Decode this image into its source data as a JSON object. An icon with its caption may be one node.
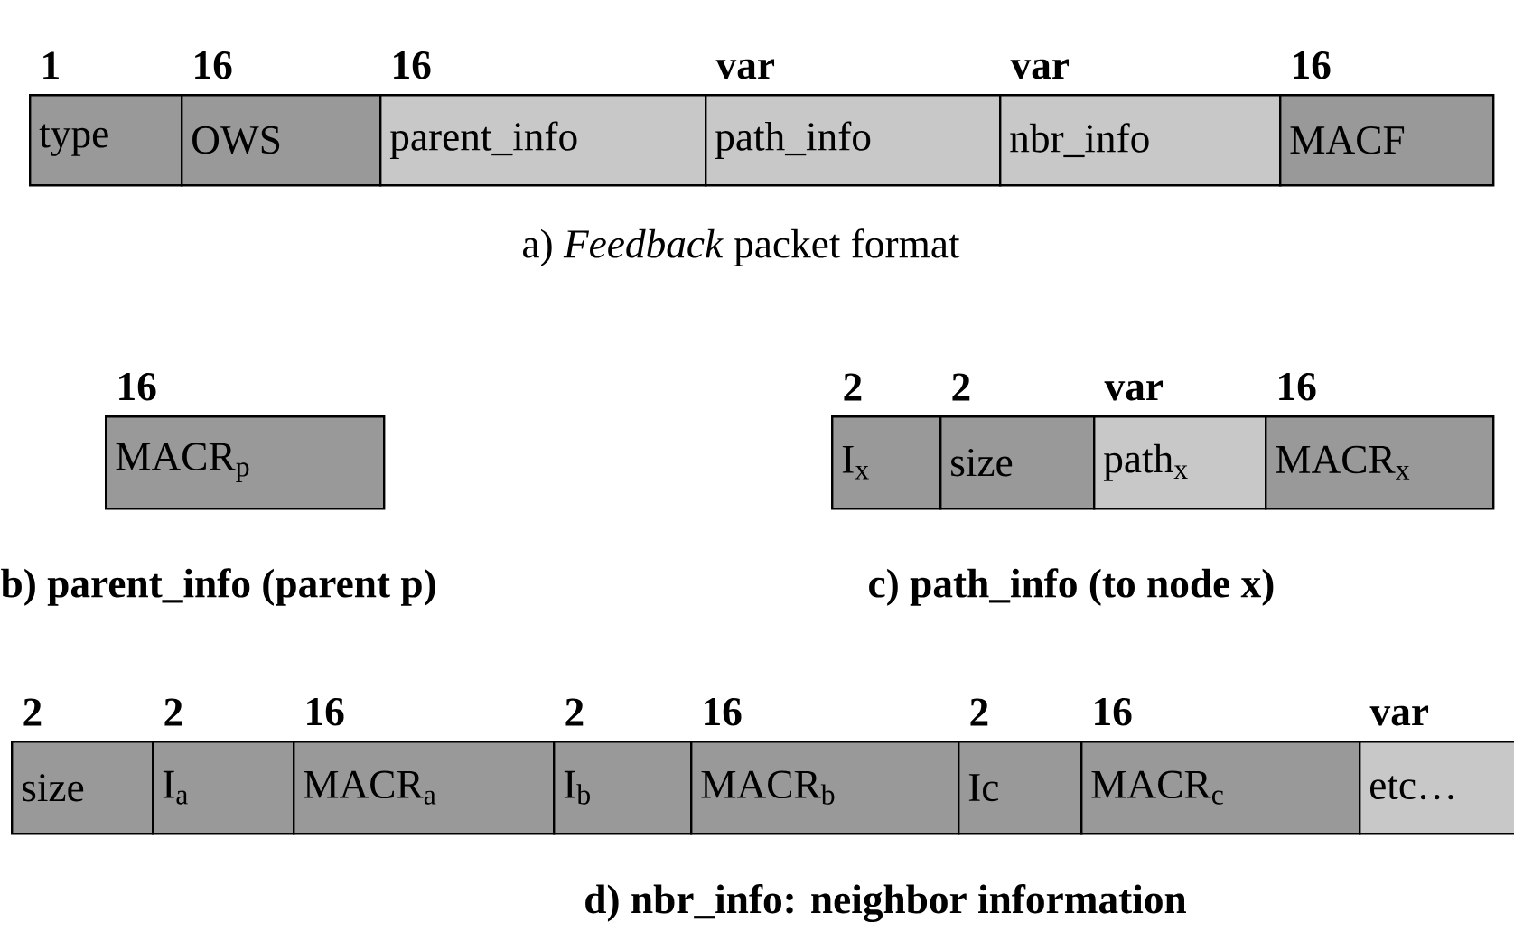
{
  "diagram": {
    "nodes": [
      {
        "text": [
          "type"
        ],
        "beside": [
          "1"
        ]
      },
      {
        "text": [
          "OWS"
        ],
        "beside": [
          "16"
        ]
      },
      {
        "text": [
          "parent_info"
        ],
        "beside": [
          "16"
        ]
      },
      {
        "text": [
          "path_info"
        ],
        "beside": [
          "var"
        ]
      },
      {
        "text": [
          "nbr_info"
        ],
        "beside": [
          "var"
        ]
      },
      {
        "text": [
          "MACF"
        ],
        "beside": [
          "16"
        ]
      },
      {
        "text": [
          "MACR$_{p}$"
        ],
        "beside": [
          "16"
        ]
      },
      {
        "text": [
          "I$_{x}$"
        ],
        "beside": [
          "2"
        ]
      },
      {
        "text": [
          "size"
        ],
        "beside": [
          "2"
        ]
      },
      {
        "text": [
          "path$_{x}$"
        ],
        "beside": [
          "var"
        ]
      },
      {
        "text": [
          "MACR$_{x}$"
        ],
        "beside": [
          "16"
        ]
      },
      {
        "text": [
          "size"
        ],
        "beside": [
          "2"
        ]
      },
      {
        "text": [
          "I$_{a}$"
        ],
        "beside": [
          "2"
        ]
      },
      {
        "text": [
          "MACR$_{a}$"
        ],
        "beside": [
          "16"
        ]
      },
      {
        "text": [
          "I$_{b}$"
        ],
        "beside": [
          "2"
        ]
      },
      {
        "text": [
          "MACR$_{b}$"
        ],
        "beside": [
          "16"
        ]
      },
      {
        "text": [
          "Ic"
        ],
        "beside": [
          "2"
        ]
      },
      {
        "text": [
          "MACR$_{c}$"
        ],
        "beside": [
          "16"
        ]
      },
      {
        "text": [
          "etc…"
        ],
        "beside": [
          "var"
        ]
      }
    ],
    "labels": [
      "a) *Feedback* packet format",
      "b) parent_info (parent p)",
      "c) path_info (to node x)",
      "d) nbr_info: neighbor information"
    ]
  }
}
